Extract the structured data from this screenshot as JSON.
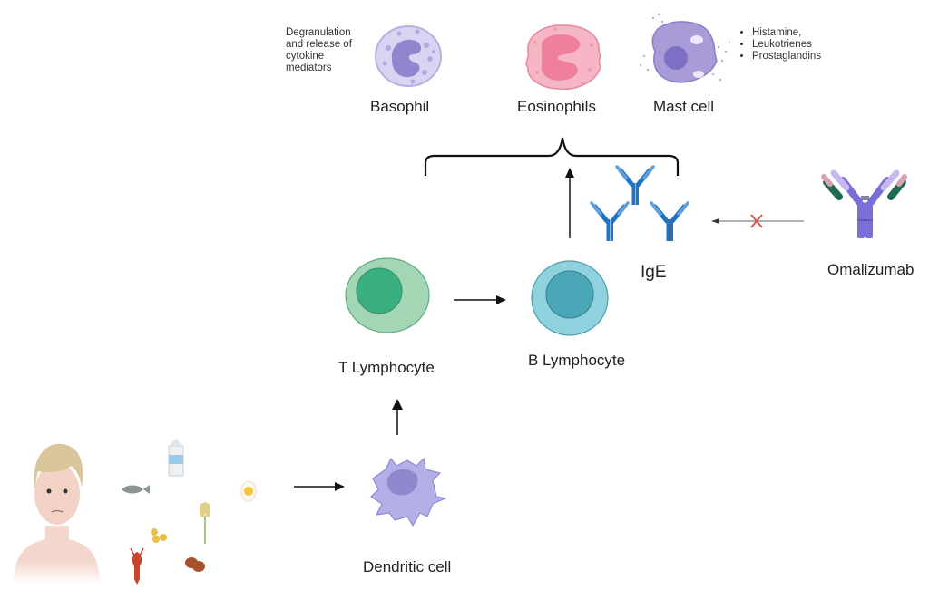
{
  "title": "IgE-mediated food allergy pathway and Omalizumab mechanism",
  "effector_cells": [
    {
      "id": "basophil",
      "label": "Basophil",
      "note": [
        "Degranulation",
        "and release of",
        "cytokine",
        "mediators"
      ]
    },
    {
      "id": "eosinophils",
      "label": "Eosinophils"
    },
    {
      "id": "mast_cell",
      "label": "Mast cell",
      "mediators": [
        "Histamine,",
        "Leukotrienes",
        "Prostaglandins"
      ]
    }
  ],
  "antibody": {
    "label": "IgE",
    "count": 3
  },
  "drug": {
    "label": "Omalizumab",
    "action": "blocks IgE"
  },
  "lymphocytes": {
    "t_cell": {
      "label": "T Lymphocyte"
    },
    "b_cell": {
      "label": "B Lymphocyte"
    }
  },
  "dendritic": {
    "label": "Dendritic cell"
  },
  "patient": {
    "label": "patient"
  },
  "allergens": [
    "milk",
    "fish",
    "egg",
    "wheat",
    "soy",
    "shellfish",
    "peanut"
  ],
  "colors": {
    "basophil": "#c9c4ea",
    "eosinophil": "#f5a3b8",
    "mast": "#a99ad8",
    "t_cell": "#9fd3b2",
    "t_nucleus": "#3aaf7f",
    "b_cell": "#86cfd9",
    "b_nucleus": "#4aa7b8",
    "ige": "#1f73c4",
    "omalizumab_heavy": "#7a6fd6",
    "omalizumab_light": "#1f6b4f",
    "block": "#d9534f",
    "dendritic": "#b3b0e8"
  }
}
